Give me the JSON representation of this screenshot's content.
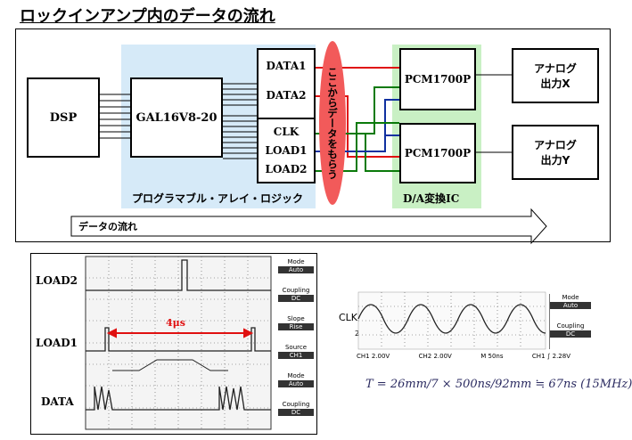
{
  "title": "ロックインアンプ内のデータの流れ",
  "diagram": {
    "dsp": "DSP",
    "gal": "GAL16V8-20",
    "pld_caption": "プログラマブル・アレイ・ロジック",
    "signals": [
      "DATA1",
      "DATA2",
      "CLK",
      "LOAD1",
      "LOAD2"
    ],
    "tap_label": "ここからデータをもらう",
    "dac1": "PCM1700P",
    "dac2": "PCM1700P",
    "dac_caption": "D/A変換IC",
    "out_x_line1": "アナログ",
    "out_x_line2": "出力X",
    "out_y_line1": "アナログ",
    "out_y_line2": "出力Y",
    "flow_label": "データの流れ"
  },
  "scope1": {
    "labels": [
      "LOAD2",
      "LOAD1",
      "DATA"
    ],
    "measure": "4μs",
    "side": [
      {
        "title": "Mode",
        "value": "Auto"
      },
      {
        "title": "Coupling",
        "value": "DC"
      },
      {
        "title": "Slope",
        "value": "Rise"
      },
      {
        "title": "Source",
        "value": "CH1"
      },
      {
        "title": "Mode",
        "value": "Auto"
      },
      {
        "title": "Coupling",
        "value": "DC"
      }
    ]
  },
  "scope2": {
    "label": "CLK",
    "marker": "2",
    "status": [
      "CH1 2.00V",
      "CH2 2.00V",
      "M 50ns",
      "CH1 ∫ 2.28V"
    ],
    "side": [
      {
        "title": "Mode",
        "value": "Auto"
      },
      {
        "title": "Coupling",
        "value": "DC"
      }
    ],
    "formula": "T = 26mm/7 × 500ns/92mm ≒ 67ns  (15MHz)"
  },
  "colors": {
    "pld_bg": "#d6eaf8",
    "dac_bg": "#c9f0c4",
    "tap": "#f25a5a",
    "red": "#e01010",
    "green": "#0a7a0a",
    "blue": "#1030a0"
  }
}
